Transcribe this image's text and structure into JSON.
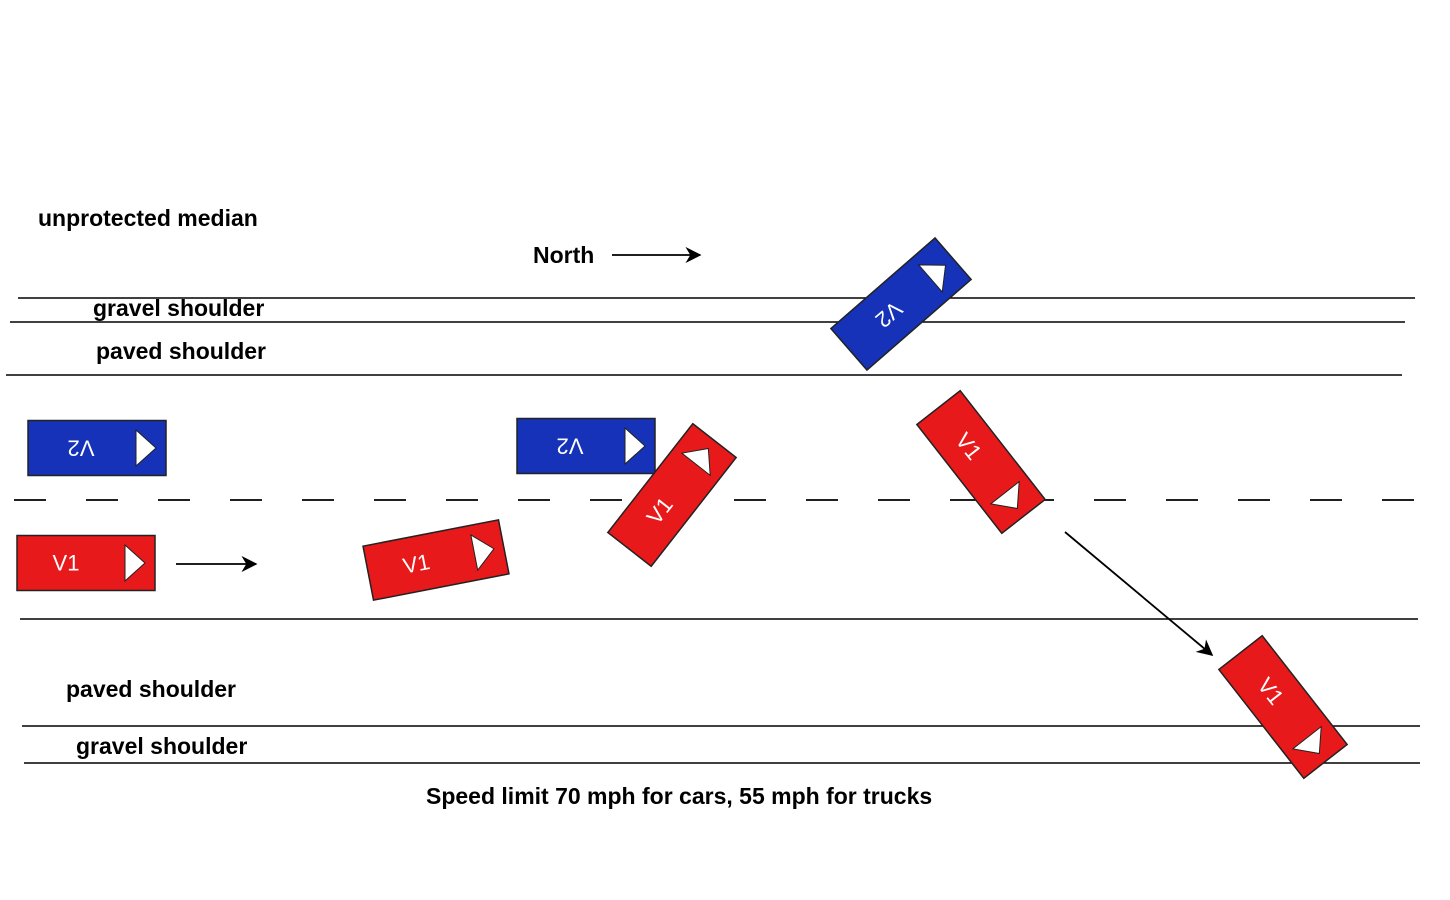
{
  "labels": {
    "median": "unprotected median",
    "north": "North",
    "gravel_top": "gravel shoulder",
    "paved_top": "paved shoulder",
    "paved_bottom": "paved shoulder",
    "gravel_bottom": "gravel shoulder",
    "speed_limit": "Speed limit 70 mph for cars,  55 mph for trucks"
  },
  "vehicles": {
    "v1": {
      "label": "V1",
      "color": "#e8191b"
    },
    "v2": {
      "label": "V2",
      "color": "#1532b8"
    }
  },
  "colors": {
    "line": "#000000",
    "triangle": "#ffffff",
    "outline": "#222222"
  }
}
